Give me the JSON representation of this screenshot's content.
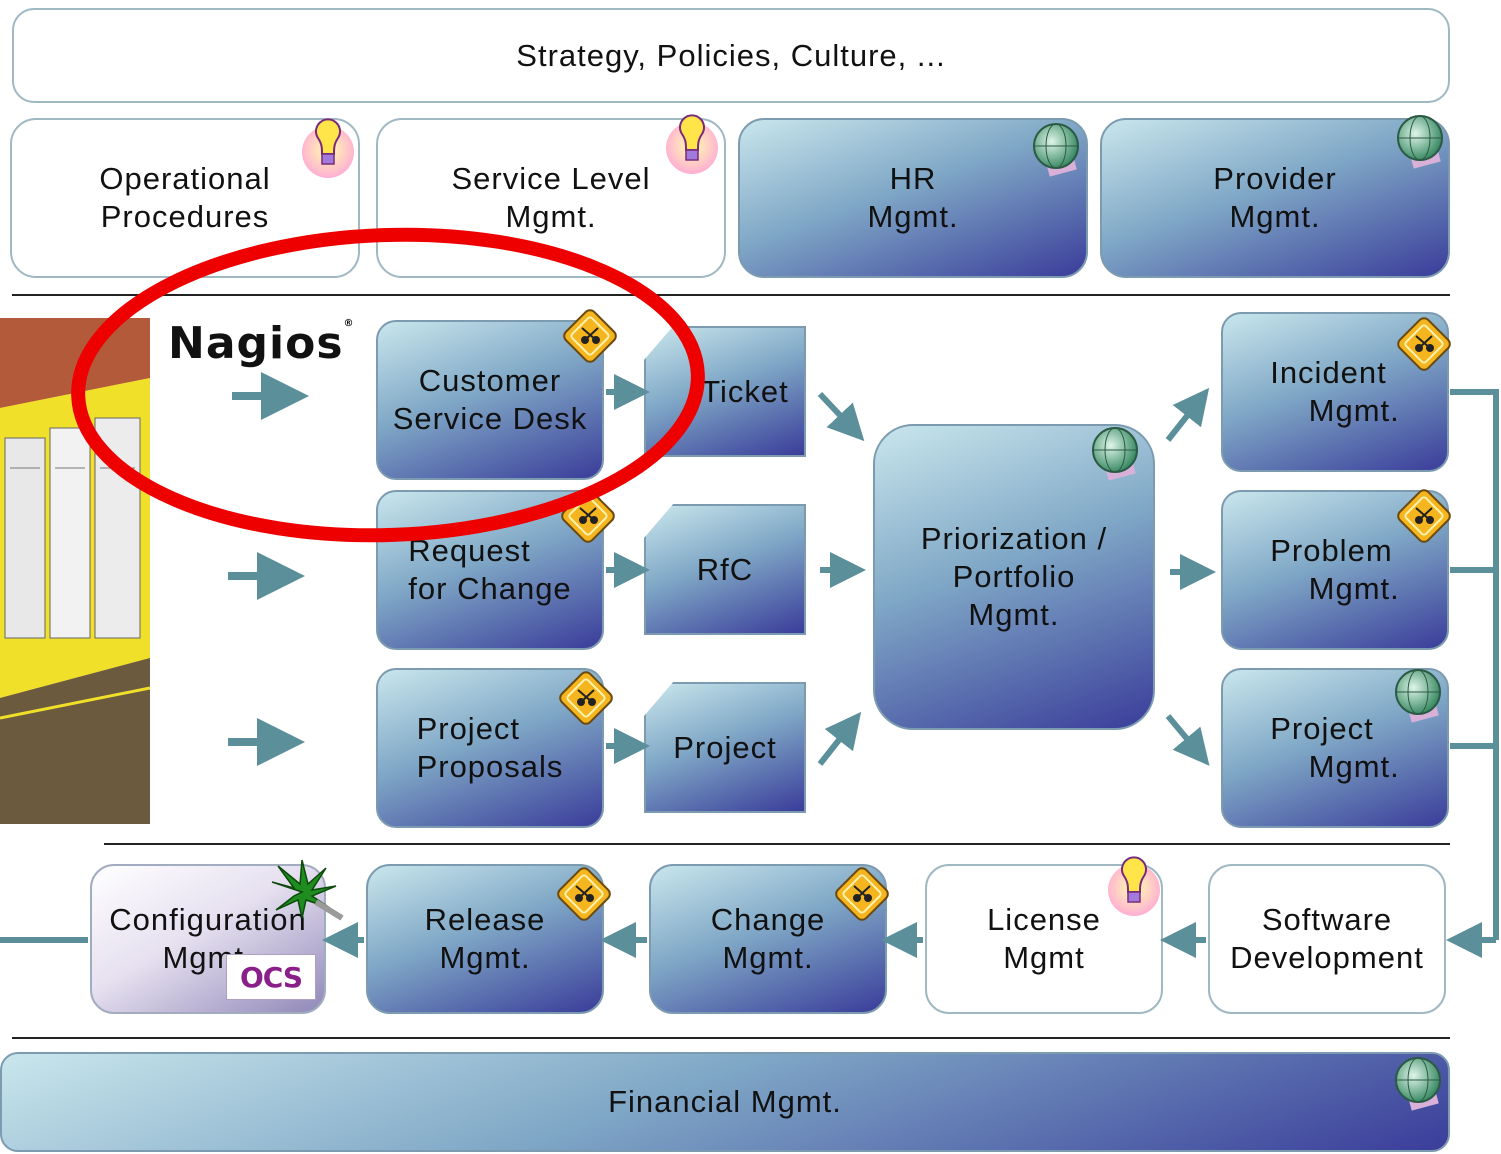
{
  "top_banner": {
    "label": "Strategy, Policies, Culture, ..."
  },
  "row1": [
    {
      "id": "operational-procedures",
      "label": "Operational\nProcedures",
      "style": "white",
      "badge": "lightbulb-icon"
    },
    {
      "id": "service-level-mgmt",
      "label": "Service Level\nMgmt.",
      "style": "white",
      "badge": "lightbulb-icon"
    },
    {
      "id": "hr-mgmt",
      "label": "HR\nMgmt.",
      "style": "blue",
      "badge": "globe-icon"
    },
    {
      "id": "provider-mgmt",
      "label": "Provider\nMgmt.",
      "style": "blue",
      "badge": "globe-icon"
    }
  ],
  "logos": {
    "nagios": "Nagios",
    "ocs": "OCS"
  },
  "inputs": [
    {
      "id": "customer-service-desk",
      "label": "Customer\nService Desk",
      "badge": "warning-sign-icon"
    },
    {
      "id": "request-for-change",
      "label": "Request\nfor Change",
      "badge": "warning-sign-icon"
    },
    {
      "id": "project-proposals",
      "label": "Project\nProposals",
      "badge": "warning-sign-icon"
    }
  ],
  "documents": [
    {
      "id": "ticket",
      "label": "Ticket"
    },
    {
      "id": "rfc",
      "label": "RfC"
    },
    {
      "id": "project",
      "label": "Project"
    }
  ],
  "center": {
    "label": "Priorization /\nPortfolio\nMgmt.",
    "badge": "globe-icon"
  },
  "outputs": [
    {
      "id": "incident-mgmt",
      "label": "Incident\n    Mgmt.",
      "badge": "warning-sign-icon"
    },
    {
      "id": "problem-mgmt",
      "label": "Problem\n    Mgmt.",
      "badge": "warning-sign-icon"
    },
    {
      "id": "project-mgmt",
      "label": "Project\n    Mgmt.",
      "badge": "globe-icon"
    }
  ],
  "row3": [
    {
      "id": "configuration-mgmt",
      "label": "Configuration\nMgmt.",
      "style": "lavender",
      "badge": "palm-tree-icon"
    },
    {
      "id": "release-mgmt",
      "label": "Release\nMgmt.",
      "style": "blue",
      "badge": "warning-sign-icon"
    },
    {
      "id": "change-mgmt",
      "label": "Change\nMgmt.",
      "style": "blue",
      "badge": "warning-sign-icon"
    },
    {
      "id": "license-mgmt",
      "label": "License\nMgmt",
      "style": "white",
      "badge": "lightbulb-icon"
    },
    {
      "id": "software-development",
      "label": "Software\nDevelopment",
      "style": "white",
      "badge": ""
    }
  ],
  "bottom_banner": {
    "label": "Financial Mgmt.",
    "badge": "globe-icon"
  },
  "colors": {
    "arrow": "#5b8f9a",
    "highlight": "#ee0000",
    "box_gradient_top": "#c9e6ec",
    "box_gradient_bottom": "#3a3d9a",
    "divider": "#222222"
  }
}
